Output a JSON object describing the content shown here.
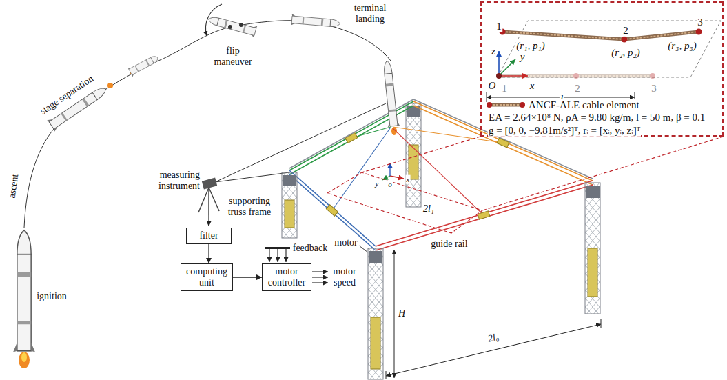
{
  "diagram": {
    "nodes": [
      {
        "text": [
          "1",
          "(r₁, p₁)",
          "2",
          "(r₂, p₂)",
          "3",
          "(r₃, p₃)",
          "z",
          "y",
          "x",
          "O",
          "1",
          "2",
          "3",
          "l",
          "EA = 2.64×10⁸ N, ρA = 9.80 kg/m, l = 50 m, β = 0.1",
          "g = [0, 0, −9.81m/s²]ᵀ, rᵢ = [xᵢ, yᵢ, zᵢ]ᵀ"
        ]
      },
      {
        "text": [
          "filter"
        ]
      },
      {
        "text": [
          "computing unit"
        ]
      },
      {
        "text": [
          "motor controller"
        ]
      }
    ],
    "edges": [
      {
        "from": 1,
        "to": 2,
        "arrow": "to"
      },
      {
        "from": 2,
        "to": 3,
        "arrow": "to"
      }
    ],
    "labels": [
      "terminal landing",
      "flip maneuver",
      "stage separation",
      "ascent",
      "measuring instrument",
      "supporting truss frame",
      "y",
      "x",
      "o",
      "2l₁",
      "guide rail",
      "feedback",
      "motor",
      "motor speed",
      "ignition",
      "H",
      "2l₀"
    ],
    "legend": [
      {
        "text": "ANCF-ALE cable element"
      }
    ]
  }
}
